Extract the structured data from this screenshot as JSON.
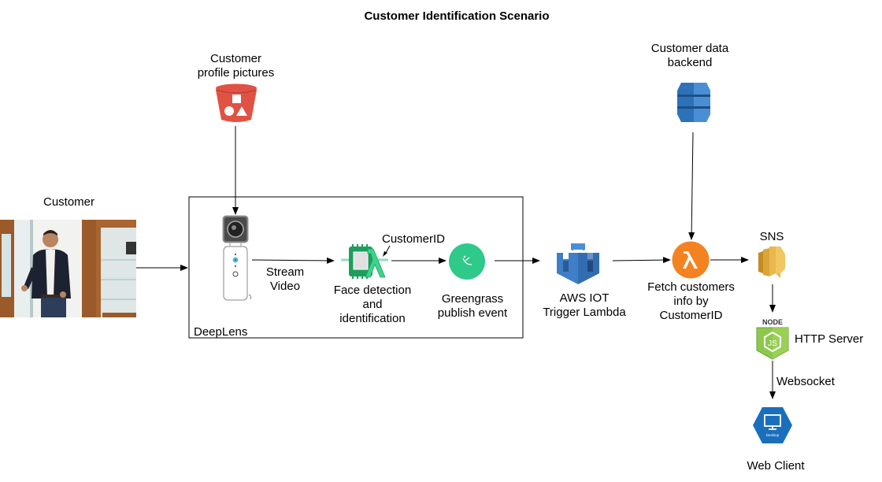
{
  "title": "Customer Identification Scenario",
  "nodes": {
    "customer": {
      "label": "Customer",
      "icon": "customer-photo"
    },
    "profile_pictures": {
      "label": "Customer\nprofile pictures",
      "icon": "s3-bucket-icon",
      "color": "#e05243"
    },
    "deeplens": {
      "label": "DeepLens",
      "icon": "deeplens-camera-icon"
    },
    "stream_video": {
      "label": "Stream\nVideo"
    },
    "face_detection": {
      "label": "Face detection\nand\nidentification",
      "icon": "greengrass-lambda-chip-icon",
      "color": "#1e9e5c"
    },
    "customer_id_tag": {
      "label": "CustomerID"
    },
    "greengrass": {
      "label": "Greengrass\npublish event",
      "icon": "greengrass-icon",
      "color": "#2fc98a"
    },
    "aws_iot": {
      "label": "AWS IOT\nTrigger Lambda",
      "icon": "aws-iot-castle-icon",
      "color": "#3f7fc7"
    },
    "customer_backend": {
      "label": "Customer data\nbackend",
      "icon": "dynamodb-icon",
      "color": "#2d72b8"
    },
    "lambda": {
      "label": "Fetch customers\ninfo by\nCustomerID",
      "icon": "lambda-icon",
      "color": "#f58220"
    },
    "sns": {
      "label": "SNS",
      "icon": "sns-icon",
      "color": "#d9a53a"
    },
    "http_server": {
      "label": "HTTP Server",
      "icon": "nodejs-icon",
      "color": "#8cc84b",
      "badge": "NODE",
      "glyph": "JS"
    },
    "websocket": {
      "label": "Websocket"
    },
    "web_client": {
      "label": "Web Client",
      "icon": "desktop-icon",
      "color": "#1a6fbd",
      "caption": "Desktop"
    }
  },
  "edges": [
    {
      "from": "customer",
      "to": "deeplens"
    },
    {
      "from": "profile_pictures",
      "to": "deeplens"
    },
    {
      "from": "deeplens",
      "to": "face_detection",
      "label": "Stream Video"
    },
    {
      "from": "face_detection",
      "to": "greengrass",
      "label": "CustomerID"
    },
    {
      "from": "greengrass",
      "to": "aws_iot"
    },
    {
      "from": "aws_iot",
      "to": "lambda"
    },
    {
      "from": "customer_backend",
      "to": "lambda"
    },
    {
      "from": "lambda",
      "to": "sns"
    },
    {
      "from": "sns",
      "to": "http_server"
    },
    {
      "from": "http_server",
      "to": "web_client",
      "label": "Websocket"
    }
  ]
}
